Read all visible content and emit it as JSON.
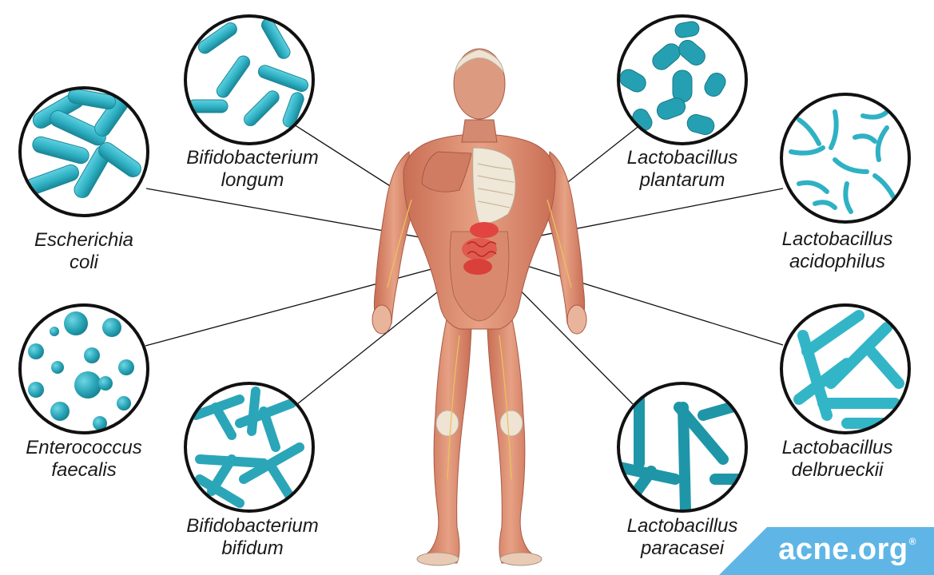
{
  "bacteria": [
    {
      "id": "escherichia-coli",
      "line1": "Escherichia",
      "line2": "coli"
    },
    {
      "id": "bifidobacterium-longum",
      "line1": "Bifidobacterium",
      "line2": "longum"
    },
    {
      "id": "enterococcus-faecalis",
      "line1": "Enterococcus",
      "line2": "faecalis"
    },
    {
      "id": "bifidobacterium-bifidum",
      "line1": "Bifidobacterium",
      "line2": "bifidum"
    },
    {
      "id": "lactobacillus-plantarum",
      "line1": "Lactobacillus",
      "line2": "plantarum"
    },
    {
      "id": "lactobacillus-acidophilus",
      "line1": "Lactobacillus",
      "line2": "acidophilus"
    },
    {
      "id": "lactobacillus-delbrueckii",
      "line1": "Lactobacillus",
      "line2": "delbrueckii"
    },
    {
      "id": "lactobacillus-paracasei",
      "line1": "Lactobacillus",
      "line2": "paracasei"
    }
  ],
  "brand": {
    "name": "acne.org",
    "mark": "®"
  },
  "colors": {
    "bacteria": "#2fb1c4",
    "bacteria_dark": "#1a8797",
    "circle_border": "#111111",
    "muscle": "#d9876b",
    "muscle_dark": "#b6604a",
    "gut": "#e2453f",
    "brand_bg": "#5fb6e6",
    "line": "#111111"
  }
}
